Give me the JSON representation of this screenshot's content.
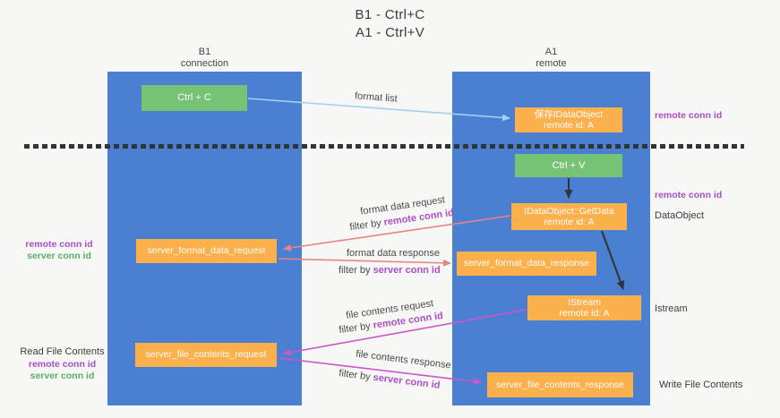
{
  "title": {
    "line1": "B1 - Ctrl+C",
    "line2": "A1 - Ctrl+V"
  },
  "columns": {
    "left": {
      "header_line1": "B1",
      "header_line2": "connection"
    },
    "right": {
      "header_line1": "A1",
      "header_line2": "remote"
    }
  },
  "boxes": {
    "ctrl_c": "Ctrl + C",
    "ctrl_v": "Ctrl + V",
    "save_idataobject": {
      "line1": "保存IDataObject",
      "line2": "remote id: A"
    },
    "getdata": {
      "line1": "IDataObject::GetData",
      "line2": "remote id: A"
    },
    "istream": {
      "line1": "IStream",
      "line2": "remote id: A"
    },
    "format_request": "server_format_data_request",
    "format_response": "server_format_data_response",
    "file_request": "server_file_contents_request",
    "file_response": "server_file_contents_response"
  },
  "arrows": {
    "format_list": "format list",
    "format_data_request": {
      "line1": "format data request",
      "filter_prefix": "filter by ",
      "filter_key": "remote conn id"
    },
    "format_data_response": {
      "line1": "format data response",
      "filter_prefix": "filter by ",
      "filter_key": "server conn id"
    },
    "file_contents_request": {
      "line1": "file contents request",
      "filter_prefix": "filter by ",
      "filter_key": "remote conn id"
    },
    "file_contents_response": {
      "line1": "file contents response",
      "filter_prefix": "filter by ",
      "filter_key": "server conn id"
    }
  },
  "side_labels": {
    "right_top_conn": "remote conn id",
    "right_mid_conn": "remote conn id",
    "dataobject": "DataObject",
    "istream": "Istream",
    "write_file_contents": "Write File Contents",
    "read_file_contents": "Read File Contents",
    "left_format": {
      "remote": "remote conn id",
      "server": "server conn id"
    },
    "left_file": {
      "remote": "remote conn id",
      "server": "server conn id"
    }
  },
  "colors": {
    "blue": "#4b7fd2",
    "green": "#76c376",
    "orange": "#fbb04c",
    "salmon": "#e98484",
    "magenta": "#cd56c8",
    "lightblue": "#a6d1ee",
    "black": "#333333",
    "purpleText": "#ab4fc8",
    "greenText": "#53b163",
    "darkText": "#3c3c3c",
    "bg": "#f7f7f5"
  }
}
